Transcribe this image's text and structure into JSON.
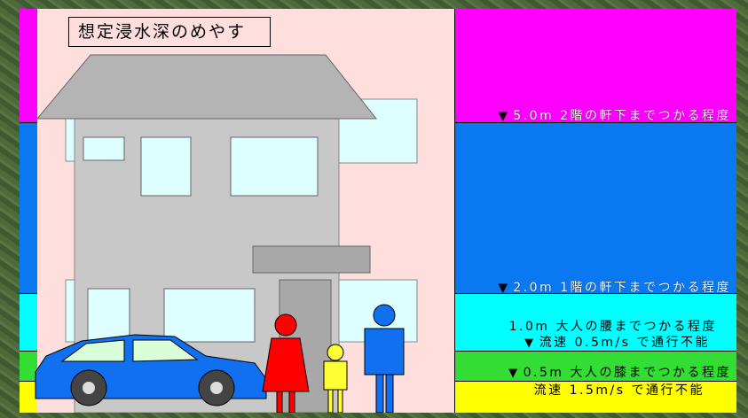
{
  "title": "想定浸水深のめやす",
  "colors": {
    "over_5m": "#ff00ff",
    "2m_5m": "#0a78f0",
    "1m_2m": "#00ffff",
    "05m_1m": "#33dd33",
    "under_05m": "#ffff00",
    "house_bg": "#ffdede"
  },
  "levels": [
    {
      "depth": "5.0m",
      "text": "2階の軒下までつかる程度",
      "marker": "▼"
    },
    {
      "depth": "2.0m",
      "text": "1階の軒下までつかる程度",
      "marker": "▼"
    },
    {
      "depth": "1.0m",
      "text": "大人の腰までつかる程度"
    },
    {
      "depth": "",
      "text": "流速 0.5m/s で通行不能",
      "marker": "▼"
    },
    {
      "depth": "0.5m",
      "text": "大人の膝までつかる程度",
      "marker": "▼"
    },
    {
      "depth": "",
      "text": "流速 1.5m/s で通行不能"
    }
  ],
  "figures": [
    "house-icon",
    "car-icon",
    "woman-icon",
    "child-icon",
    "man-icon"
  ]
}
